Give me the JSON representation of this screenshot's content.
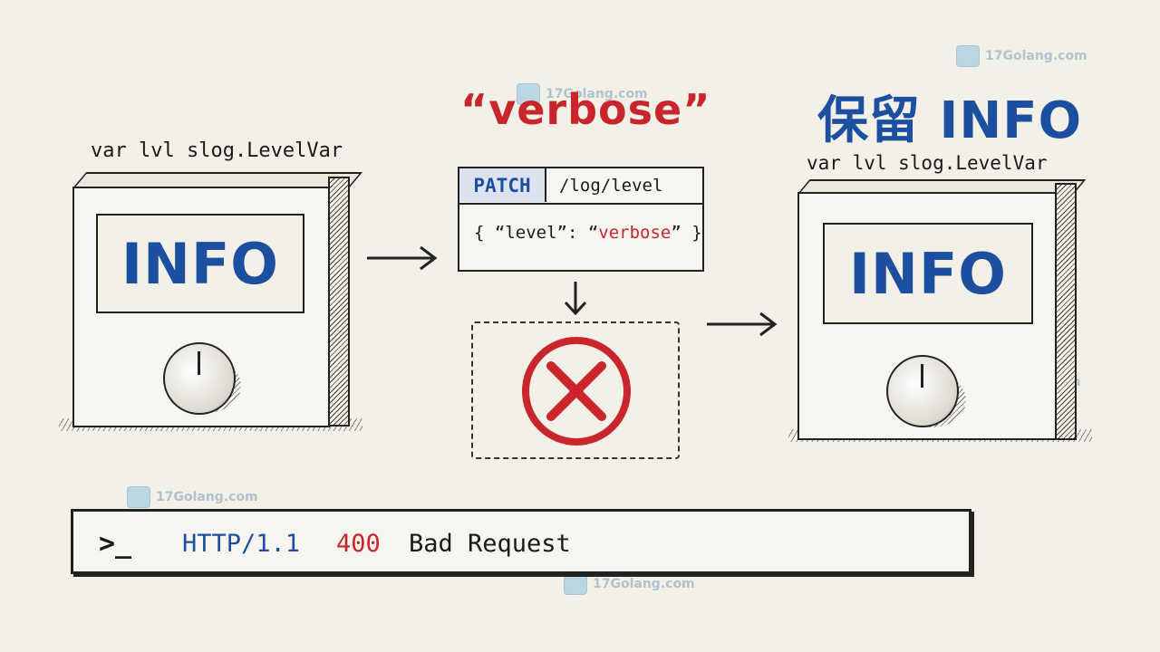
{
  "left_panel": {
    "code_label": "var lvl slog.LevelVar",
    "screen_value": "INFO"
  },
  "middle_panel": {
    "title": "“verbose”",
    "request": {
      "method": "PATCH",
      "path": "/log/level",
      "body_prefix": "{ “level”: “",
      "body_value": "verbose",
      "body_suffix": "” }"
    },
    "result_icon": "x-circle-icon"
  },
  "right_panel": {
    "title": "保留 INFO",
    "code_label": "var lvl slog.LevelVar",
    "screen_value": "INFO"
  },
  "terminal": {
    "prompt": ">_",
    "protocol": "HTTP/1.1",
    "status_code": "400",
    "status_text": "Bad Request"
  },
  "watermark": {
    "text": "17Golang.com"
  },
  "colors": {
    "background": "#f3f0e8",
    "accent_blue": "#1d4fa0",
    "accent_red": "#c8262c",
    "ink": "#1a1a1a"
  }
}
